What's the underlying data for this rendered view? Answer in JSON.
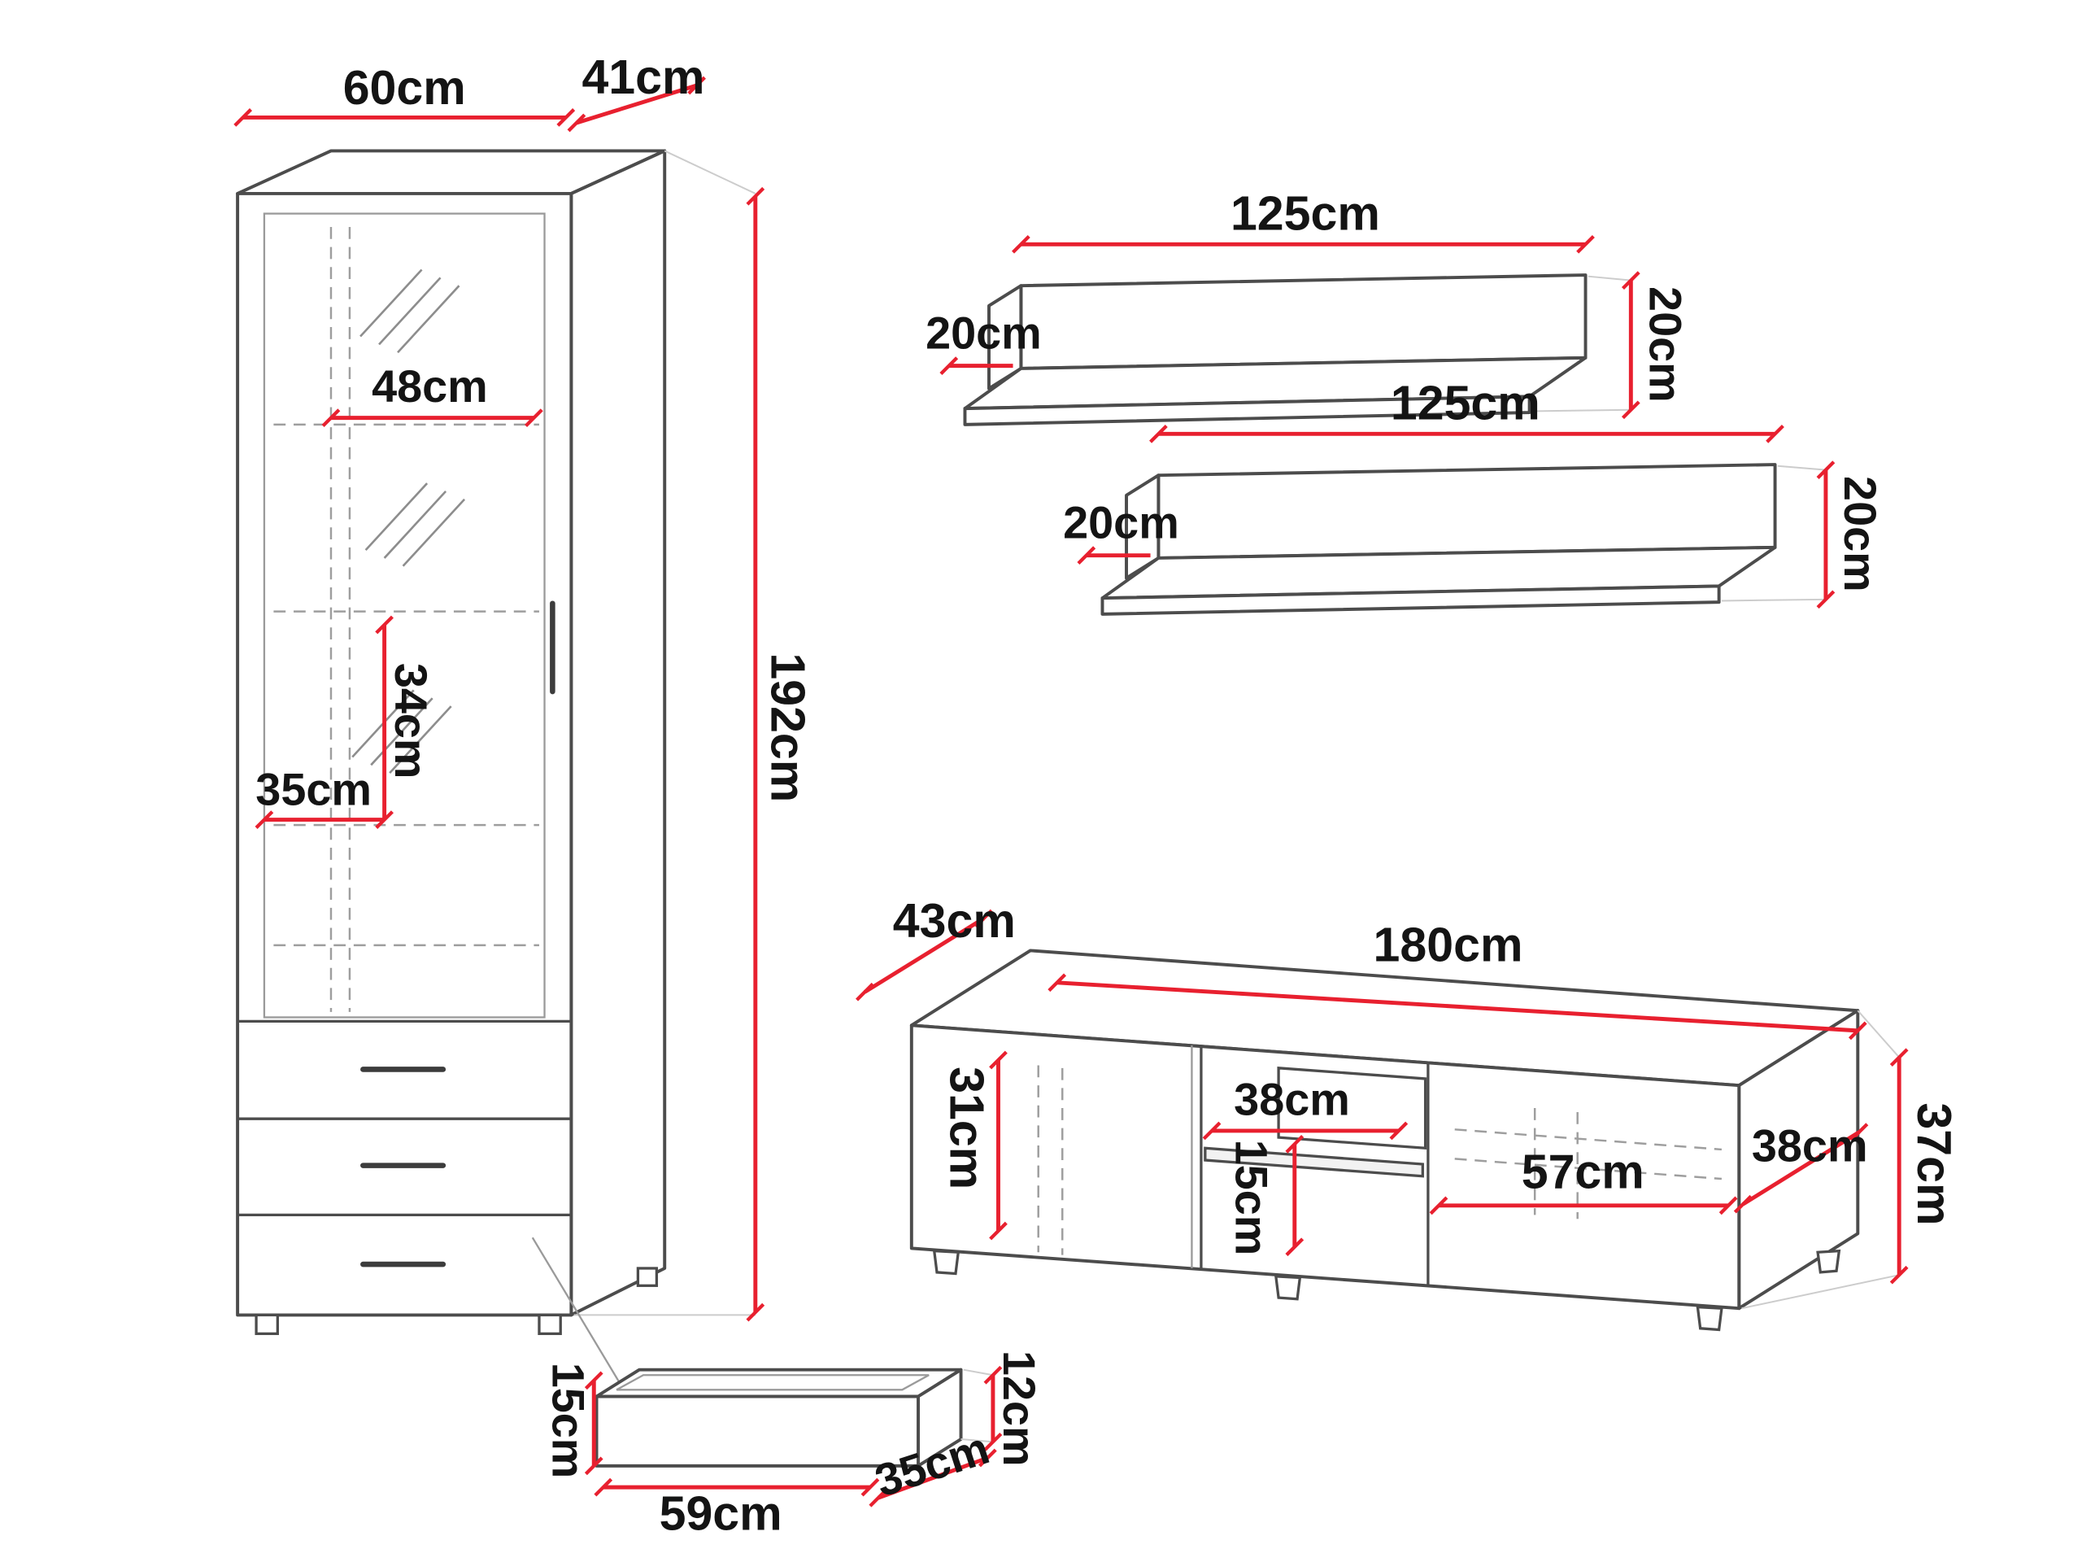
{
  "colors": {
    "dimension_line": "#e8202f",
    "outline": "#4c4c4c",
    "label_text": "#141414",
    "background": "#ffffff"
  },
  "cabinet": {
    "width_label": "60cm",
    "depth_label": "41cm",
    "height_label": "192cm",
    "inner_width_label": "48cm",
    "inner_shelf_height_label": "34cm",
    "inner_depth_label": "35cm"
  },
  "shelf_upper": {
    "length_label": "125cm",
    "depth_label": "20cm",
    "height_label": "20cm"
  },
  "shelf_lower": {
    "length_label": "125cm",
    "depth_label": "20cm",
    "height_label": "20cm"
  },
  "tv_stand": {
    "depth_label": "43cm",
    "width_label": "180cm",
    "height_label": "37cm",
    "left_compartment_height_label": "31cm",
    "middle_shelf_width_label": "38cm",
    "middle_gap_height_label": "15cm",
    "right_door_width_label": "57cm",
    "right_side_depth_label": "38cm"
  },
  "drawer": {
    "side_height_label": "12cm",
    "inner_height_label": "15cm",
    "width_label": "59cm",
    "depth_label": "35cm"
  }
}
